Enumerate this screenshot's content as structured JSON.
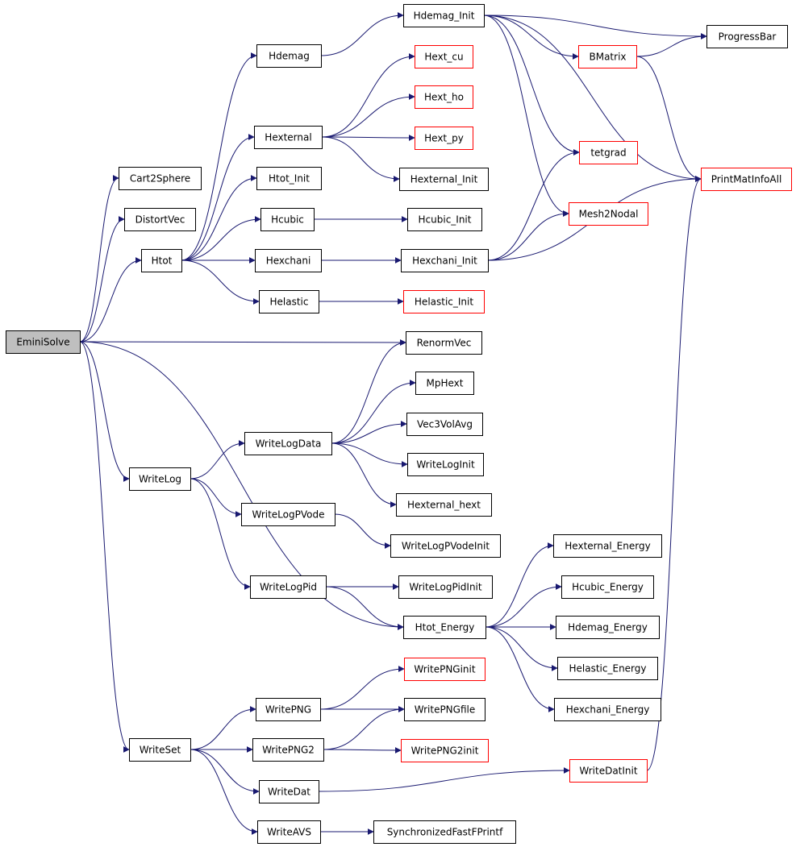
{
  "colors": {
    "edge": "#191970",
    "truncated_border": "#ff0000",
    "root_fill": "#bfbfbf",
    "node_border": "#000000"
  },
  "nodes": [
    {
      "id": "EminiSolve",
      "label": "EminiSolve",
      "root": true
    },
    {
      "id": "Cart2Sphere",
      "label": "Cart2Sphere"
    },
    {
      "id": "DistortVec",
      "label": "DistortVec"
    },
    {
      "id": "Htot",
      "label": "Htot"
    },
    {
      "id": "WriteLog",
      "label": "WriteLog"
    },
    {
      "id": "WriteSet",
      "label": "WriteSet"
    },
    {
      "id": "Hdemag",
      "label": "Hdemag"
    },
    {
      "id": "Hexternal",
      "label": "Hexternal"
    },
    {
      "id": "Htot_Init",
      "label": "Htot_Init"
    },
    {
      "id": "Hcubic",
      "label": "Hcubic"
    },
    {
      "id": "Hexchani",
      "label": "Hexchani"
    },
    {
      "id": "Helastic",
      "label": "Helastic"
    },
    {
      "id": "WriteLogData",
      "label": "WriteLogData"
    },
    {
      "id": "WriteLogPVode",
      "label": "WriteLogPVode"
    },
    {
      "id": "WriteLogPid",
      "label": "WriteLogPid"
    },
    {
      "id": "WritePNG",
      "label": "WritePNG"
    },
    {
      "id": "WritePNG2",
      "label": "WritePNG2"
    },
    {
      "id": "WriteDat",
      "label": "WriteDat"
    },
    {
      "id": "WriteAVS",
      "label": "WriteAVS"
    },
    {
      "id": "Hdemag_Init",
      "label": "Hdemag_Init"
    },
    {
      "id": "Hext_cu",
      "label": "Hext_cu",
      "truncated": true
    },
    {
      "id": "Hext_ho",
      "label": "Hext_ho",
      "truncated": true
    },
    {
      "id": "Hext_py",
      "label": "Hext_py",
      "truncated": true
    },
    {
      "id": "Hexternal_Init",
      "label": "Hexternal_Init"
    },
    {
      "id": "Hcubic_Init",
      "label": "Hcubic_Init"
    },
    {
      "id": "Hexchani_Init",
      "label": "Hexchani_Init"
    },
    {
      "id": "Helastic_Init",
      "label": "Helastic_Init",
      "truncated": true
    },
    {
      "id": "RenormVec",
      "label": "RenormVec"
    },
    {
      "id": "MpHext",
      "label": "MpHext"
    },
    {
      "id": "Vec3VolAvg",
      "label": "Vec3VolAvg"
    },
    {
      "id": "WriteLogInit",
      "label": "WriteLogInit"
    },
    {
      "id": "Hexternal_hext",
      "label": "Hexternal_hext"
    },
    {
      "id": "WriteLogPVodeInit",
      "label": "WriteLogPVodeInit"
    },
    {
      "id": "WriteLogPidInit",
      "label": "WriteLogPidInit"
    },
    {
      "id": "Htot_Energy",
      "label": "Htot_Energy"
    },
    {
      "id": "WritePNGinit",
      "label": "WritePNGinit",
      "truncated": true
    },
    {
      "id": "WritePNGfile",
      "label": "WritePNGfile"
    },
    {
      "id": "WritePNG2init",
      "label": "WritePNG2init",
      "truncated": true
    },
    {
      "id": "SynchronizedFastFPrintf",
      "label": "SynchronizedFastFPrintf"
    },
    {
      "id": "BMatrix",
      "label": "BMatrix",
      "truncated": true
    },
    {
      "id": "tetgrad",
      "label": "tetgrad",
      "truncated": true
    },
    {
      "id": "Mesh2Nodal",
      "label": "Mesh2Nodal",
      "truncated": true
    },
    {
      "id": "Hexternal_Energy",
      "label": "Hexternal_Energy"
    },
    {
      "id": "Hcubic_Energy",
      "label": "Hcubic_Energy"
    },
    {
      "id": "Hdemag_Energy",
      "label": "Hdemag_Energy"
    },
    {
      "id": "Helastic_Energy",
      "label": "Helastic_Energy"
    },
    {
      "id": "Hexchani_Energy",
      "label": "Hexchani_Energy"
    },
    {
      "id": "WriteDatInit",
      "label": "WriteDatInit",
      "truncated": true
    },
    {
      "id": "ProgressBar",
      "label": "ProgressBar"
    },
    {
      "id": "PrintMatInfoAll",
      "label": "PrintMatInfoAll",
      "truncated": true
    }
  ],
  "edges": [
    [
      "EminiSolve",
      "Cart2Sphere"
    ],
    [
      "EminiSolve",
      "DistortVec"
    ],
    [
      "EminiSolve",
      "Htot"
    ],
    [
      "EminiSolve",
      "RenormVec"
    ],
    [
      "EminiSolve",
      "WriteLog"
    ],
    [
      "EminiSolve",
      "Htot_Energy"
    ],
    [
      "EminiSolve",
      "WriteSet"
    ],
    [
      "Htot",
      "Hdemag"
    ],
    [
      "Htot",
      "Hexternal"
    ],
    [
      "Htot",
      "Htot_Init"
    ],
    [
      "Htot",
      "Hcubic"
    ],
    [
      "Htot",
      "Hexchani"
    ],
    [
      "Htot",
      "Helastic"
    ],
    [
      "Hdemag",
      "Hdemag_Init"
    ],
    [
      "Hdemag_Init",
      "ProgressBar"
    ],
    [
      "Hdemag_Init",
      "BMatrix"
    ],
    [
      "Hdemag_Init",
      "tetgrad"
    ],
    [
      "Hdemag_Init",
      "Mesh2Nodal"
    ],
    [
      "Hdemag_Init",
      "PrintMatInfoAll"
    ],
    [
      "BMatrix",
      "ProgressBar"
    ],
    [
      "BMatrix",
      "PrintMatInfoAll"
    ],
    [
      "Hexternal",
      "Hext_cu"
    ],
    [
      "Hexternal",
      "Hext_ho"
    ],
    [
      "Hexternal",
      "Hext_py"
    ],
    [
      "Hexternal",
      "Hexternal_Init"
    ],
    [
      "Hcubic",
      "Hcubic_Init"
    ],
    [
      "Hexchani",
      "Hexchani_Init"
    ],
    [
      "Hexchani_Init",
      "tetgrad"
    ],
    [
      "Hexchani_Init",
      "Mesh2Nodal"
    ],
    [
      "Hexchani_Init",
      "PrintMatInfoAll"
    ],
    [
      "Helastic",
      "Helastic_Init"
    ],
    [
      "WriteLog",
      "WriteLogData"
    ],
    [
      "WriteLog",
      "WriteLogPVode"
    ],
    [
      "WriteLog",
      "WriteLogPid"
    ],
    [
      "WriteLogData",
      "RenormVec"
    ],
    [
      "WriteLogData",
      "MpHext"
    ],
    [
      "WriteLogData",
      "Vec3VolAvg"
    ],
    [
      "WriteLogData",
      "WriteLogInit"
    ],
    [
      "WriteLogData",
      "Hexternal_hext"
    ],
    [
      "WriteLogPVode",
      "WriteLogPVodeInit"
    ],
    [
      "WriteLogPid",
      "WriteLogPidInit"
    ],
    [
      "WriteLogPid",
      "Htot_Energy"
    ],
    [
      "Htot_Energy",
      "Hexternal_Energy"
    ],
    [
      "Htot_Energy",
      "Hcubic_Energy"
    ],
    [
      "Htot_Energy",
      "Hdemag_Energy"
    ],
    [
      "Htot_Energy",
      "Helastic_Energy"
    ],
    [
      "Htot_Energy",
      "Hexchani_Energy"
    ],
    [
      "WriteSet",
      "WritePNG"
    ],
    [
      "WriteSet",
      "WritePNG2"
    ],
    [
      "WriteSet",
      "WriteDat"
    ],
    [
      "WriteSet",
      "WriteAVS"
    ],
    [
      "WritePNG",
      "WritePNGinit"
    ],
    [
      "WritePNG",
      "WritePNGfile"
    ],
    [
      "WritePNG2",
      "WritePNGfile"
    ],
    [
      "WritePNG2",
      "WritePNG2init"
    ],
    [
      "WriteDat",
      "WriteDatInit"
    ],
    [
      "WriteDatInit",
      "PrintMatInfoAll"
    ],
    [
      "WriteAVS",
      "SynchronizedFastFPrintf"
    ]
  ]
}
